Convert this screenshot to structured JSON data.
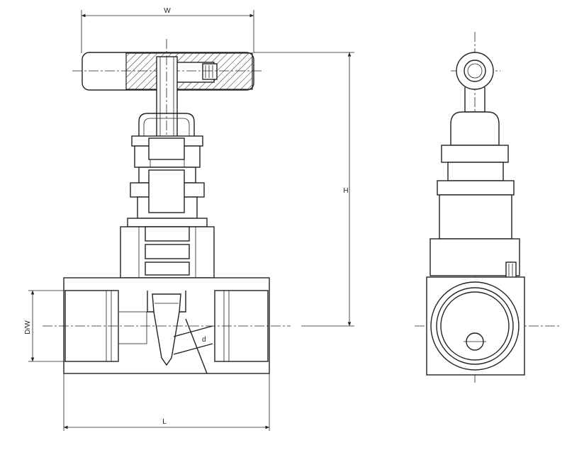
{
  "drawing": {
    "dimensions": {
      "width_label": "W",
      "height_label": "H",
      "length_label": "L",
      "bore_label": "D/W",
      "small_label": "d"
    }
  }
}
